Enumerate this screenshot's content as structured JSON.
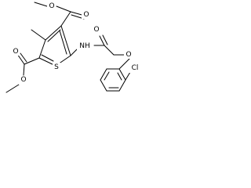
{
  "atoms": {
    "ester_top_o_carbonyl": "O",
    "ester_top_o_ether": "O",
    "ester_left_o_carbonyl": "O",
    "ester_left_o_ether": "O",
    "ring_sulfur": "S",
    "amide_nh": "NH",
    "amide_o": "O",
    "aryl_ether_o": "O",
    "chlorine": "Cl"
  }
}
